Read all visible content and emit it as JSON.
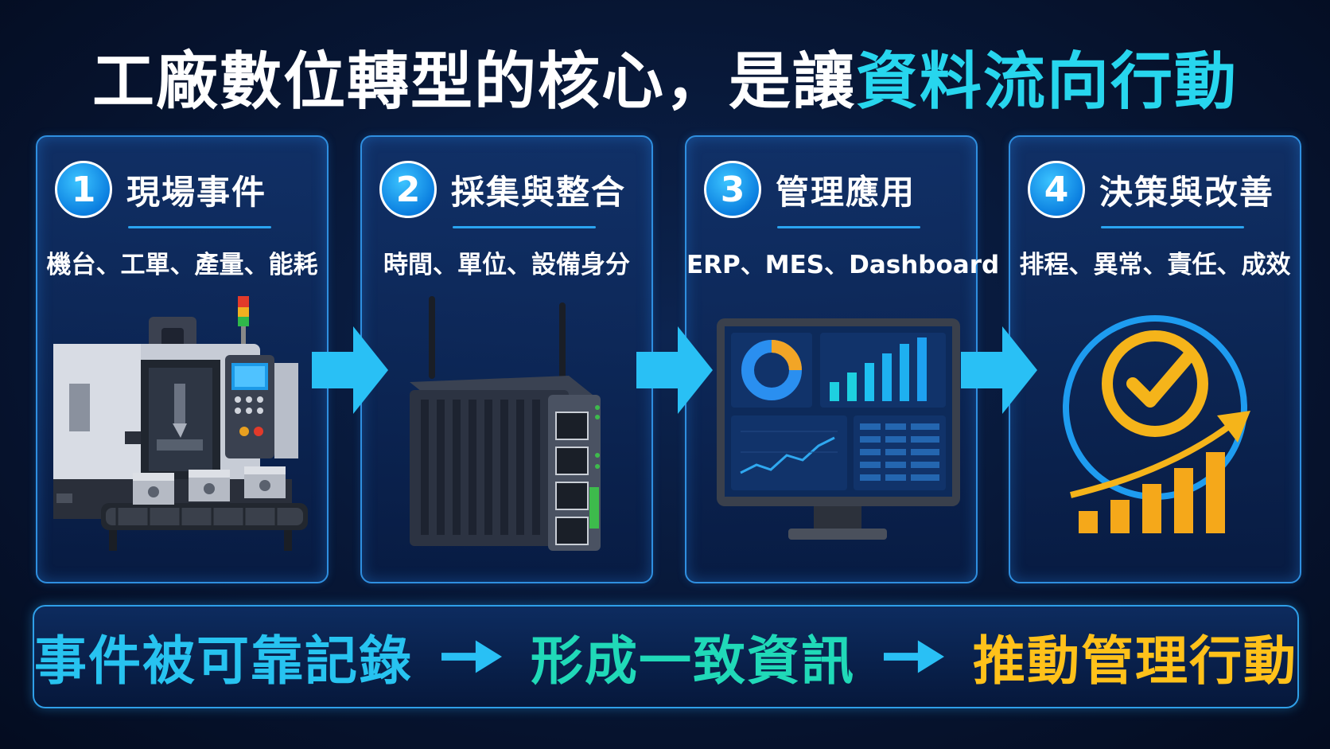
{
  "title": {
    "part1": "工廠數位轉型的核心，是讓",
    "highlight": "資料流向行動"
  },
  "cards": [
    {
      "number": "1",
      "title": "現場事件",
      "subtitle": "機台、工單、產量、能耗",
      "icon": "cnc-machine-icon"
    },
    {
      "number": "2",
      "title": "採集與整合",
      "subtitle": "時間、單位、設備身分",
      "icon": "gateway-router-icon"
    },
    {
      "number": "3",
      "title": "管理應用",
      "subtitle": "ERP、MES、Dashboard",
      "icon": "dashboard-monitor-icon"
    },
    {
      "number": "4",
      "title": "決策與改善",
      "subtitle": "排程、異常、責任、成效",
      "icon": "check-growth-icon"
    }
  ],
  "bottom": {
    "step1": "事件被可靠記錄",
    "step2": "形成一致資訊",
    "step3": "推動管理行動"
  },
  "colors": {
    "accent_cyan": "#27d6ee",
    "accent_teal": "#20d9b8",
    "accent_gold": "#ffc11a",
    "border_blue": "#2f8fe0"
  }
}
